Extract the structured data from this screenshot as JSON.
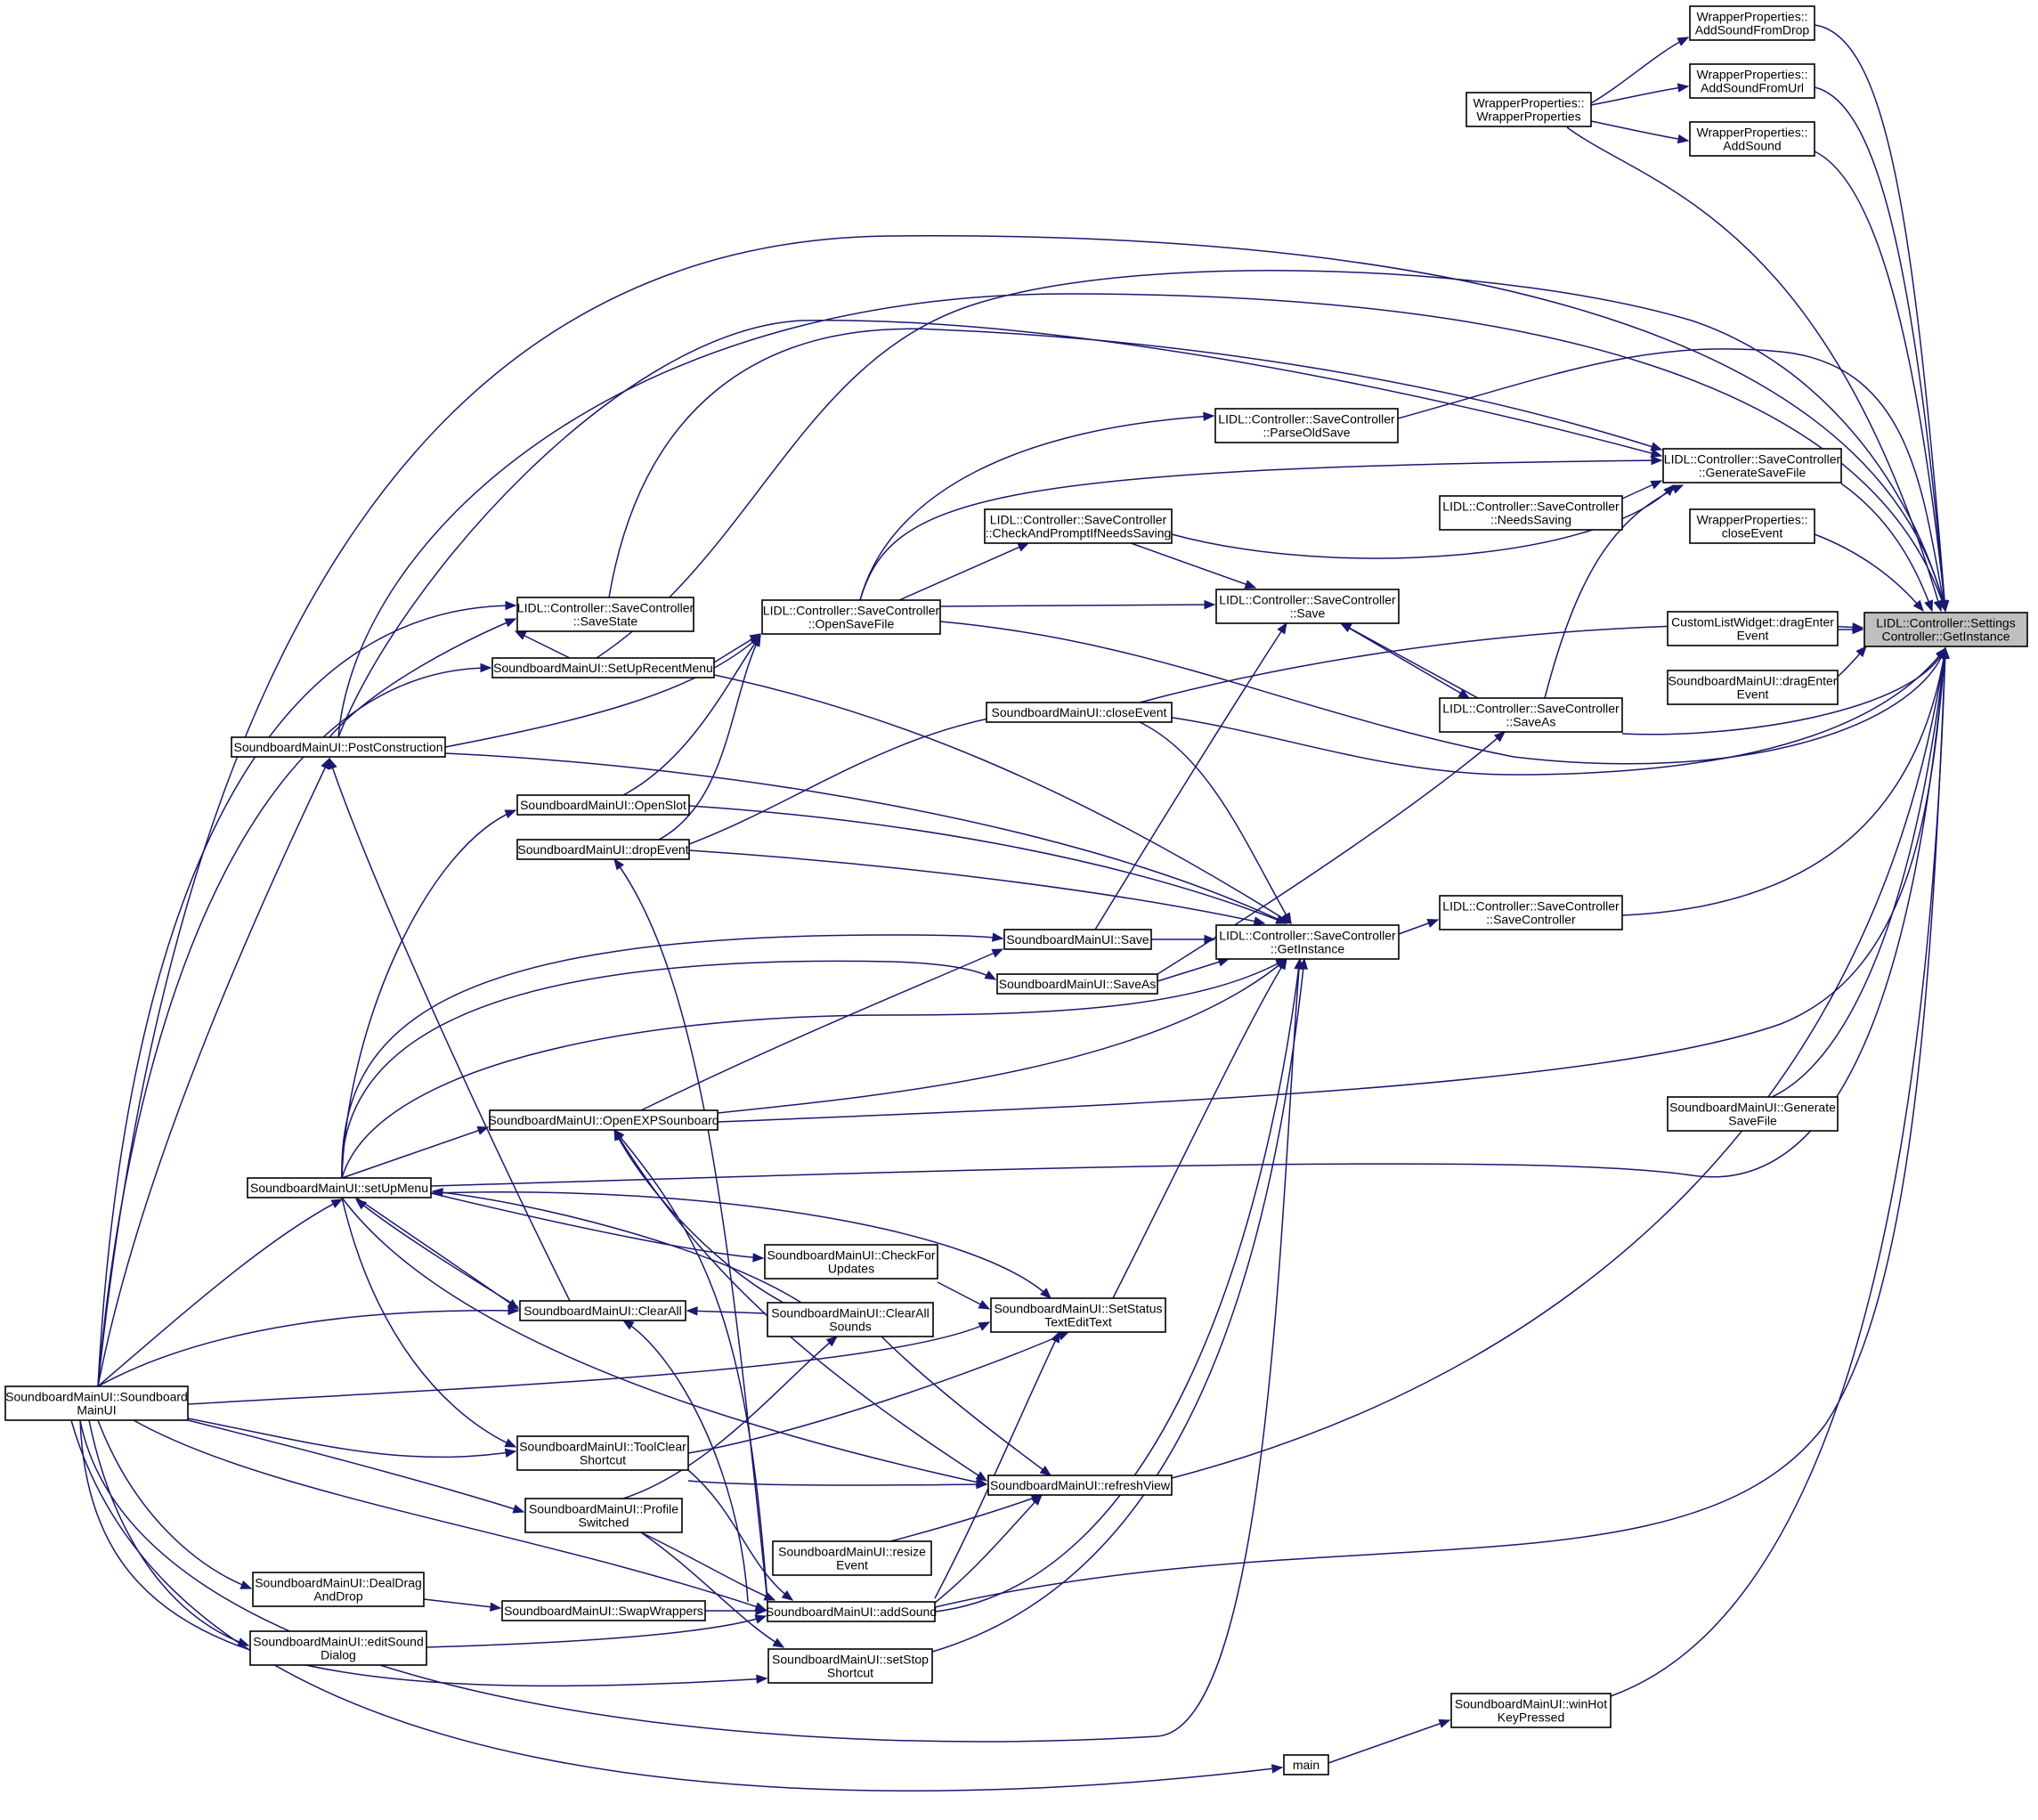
{
  "colors": {
    "edge": "#191970",
    "node_border": "#000000",
    "node_fill": "#ffffff",
    "highlight_fill": "#bfbfbf"
  },
  "nodes": [
    {
      "id": "settings_getinstance",
      "lines": [
        "LIDL::Controller::Settings",
        "Controller::GetInstance"
      ],
      "highlight": true
    },
    {
      "id": "addsoundfromdrop",
      "lines": [
        "WrapperProperties::",
        "AddSoundFromDrop"
      ]
    },
    {
      "id": "addsoundfromurl",
      "lines": [
        "WrapperProperties::",
        "AddSoundFromUrl"
      ]
    },
    {
      "id": "wp_addsound",
      "lines": [
        "WrapperProperties::",
        "AddSound"
      ]
    },
    {
      "id": "wp_ctor",
      "lines": [
        "WrapperProperties::",
        "WrapperProperties"
      ]
    },
    {
      "id": "parseoldsave",
      "lines": [
        "LIDL::Controller::SaveController",
        "::ParseOldSave"
      ]
    },
    {
      "id": "generatesavefile",
      "lines": [
        "LIDL::Controller::SaveController",
        "::GenerateSaveFile"
      ]
    },
    {
      "id": "needssaving",
      "lines": [
        "LIDL::Controller::SaveController",
        "::NeedsSaving"
      ]
    },
    {
      "id": "wp_closeevent",
      "lines": [
        "WrapperProperties::",
        "closeEvent"
      ]
    },
    {
      "id": "checkandprompt",
      "lines": [
        "LIDL::Controller::SaveController",
        "::CheckAndPromptIfNeedsSaving"
      ]
    },
    {
      "id": "sc_save",
      "lines": [
        "LIDL::Controller::SaveController",
        "::Save"
      ]
    },
    {
      "id": "savestate",
      "lines": [
        "LIDL::Controller::SaveController",
        "::SaveState"
      ]
    },
    {
      "id": "opensavefile",
      "lines": [
        "LIDL::Controller::SaveController",
        "::OpenSaveFile"
      ]
    },
    {
      "id": "customlist_dragenter",
      "lines": [
        "CustomListWidget::dragEnter",
        "Event"
      ]
    },
    {
      "id": "main_dragenter",
      "lines": [
        "SoundboardMainUI::dragEnter",
        "Event"
      ]
    },
    {
      "id": "setuprecentmenu",
      "lines": [
        "SoundboardMainUI::SetUpRecentMenu"
      ]
    },
    {
      "id": "main_closeevent",
      "lines": [
        "SoundboardMainUI::closeEvent"
      ]
    },
    {
      "id": "sc_saveas",
      "lines": [
        "LIDL::Controller::SaveController",
        "::SaveAs"
      ]
    },
    {
      "id": "postconstruction",
      "lines": [
        "SoundboardMainUI::PostConstruction"
      ]
    },
    {
      "id": "openslot",
      "lines": [
        "SoundboardMainUI::OpenSlot"
      ]
    },
    {
      "id": "dropevent",
      "lines": [
        "SoundboardMainUI::dropEvent"
      ]
    },
    {
      "id": "sc_ctor",
      "lines": [
        "LIDL::Controller::SaveController",
        "::SaveController"
      ]
    },
    {
      "id": "main_save",
      "lines": [
        "SoundboardMainUI::Save"
      ]
    },
    {
      "id": "sc_getinstance",
      "lines": [
        "LIDL::Controller::SaveController",
        "::GetInstance"
      ]
    },
    {
      "id": "main_saveas",
      "lines": [
        "SoundboardMainUI::SaveAs"
      ]
    },
    {
      "id": "openexp",
      "lines": [
        "SoundboardMainUI::OpenEXPSounboard"
      ]
    },
    {
      "id": "main_generatesavefile",
      "lines": [
        "SoundboardMainUI::Generate",
        "SaveFile"
      ]
    },
    {
      "id": "setupmenu",
      "lines": [
        "SoundboardMainUI::setUpMenu"
      ]
    },
    {
      "id": "checkforupdates",
      "lines": [
        "SoundboardMainUI::CheckFor",
        "Updates"
      ]
    },
    {
      "id": "clearall",
      "lines": [
        "SoundboardMainUI::ClearAll"
      ]
    },
    {
      "id": "clearallsounds",
      "lines": [
        "SoundboardMainUI::ClearAll",
        "Sounds"
      ]
    },
    {
      "id": "setstatustext",
      "lines": [
        "SoundboardMainUI::SetStatus",
        "TextEditText"
      ]
    },
    {
      "id": "main_ctor",
      "lines": [
        "SoundboardMainUI::Soundboard",
        "MainUI"
      ]
    },
    {
      "id": "toolclearshortcut",
      "lines": [
        "SoundboardMainUI::ToolClear",
        "Shortcut"
      ]
    },
    {
      "id": "refreshview",
      "lines": [
        "SoundboardMainUI::refreshView"
      ]
    },
    {
      "id": "profileswitched",
      "lines": [
        "SoundboardMainUI::Profile",
        "Switched"
      ]
    },
    {
      "id": "resizeevent",
      "lines": [
        "SoundboardMainUI::resize",
        "Event"
      ]
    },
    {
      "id": "dealdraganddrop",
      "lines": [
        "SoundboardMainUI::DealDrag",
        "AndDrop"
      ]
    },
    {
      "id": "swapwrappers",
      "lines": [
        "SoundboardMainUI::SwapWrappers"
      ]
    },
    {
      "id": "addsound",
      "lines": [
        "SoundboardMainUI::addSound"
      ]
    },
    {
      "id": "editsounddialog",
      "lines": [
        "SoundboardMainUI::editSound",
        "Dialog"
      ]
    },
    {
      "id": "setstopshortcut",
      "lines": [
        "SoundboardMainUI::setStop",
        "Shortcut"
      ]
    },
    {
      "id": "winhotkeypressed",
      "lines": [
        "SoundboardMainUI::winHot",
        "KeyPressed"
      ]
    },
    {
      "id": "main",
      "lines": [
        "main"
      ]
    }
  ]
}
